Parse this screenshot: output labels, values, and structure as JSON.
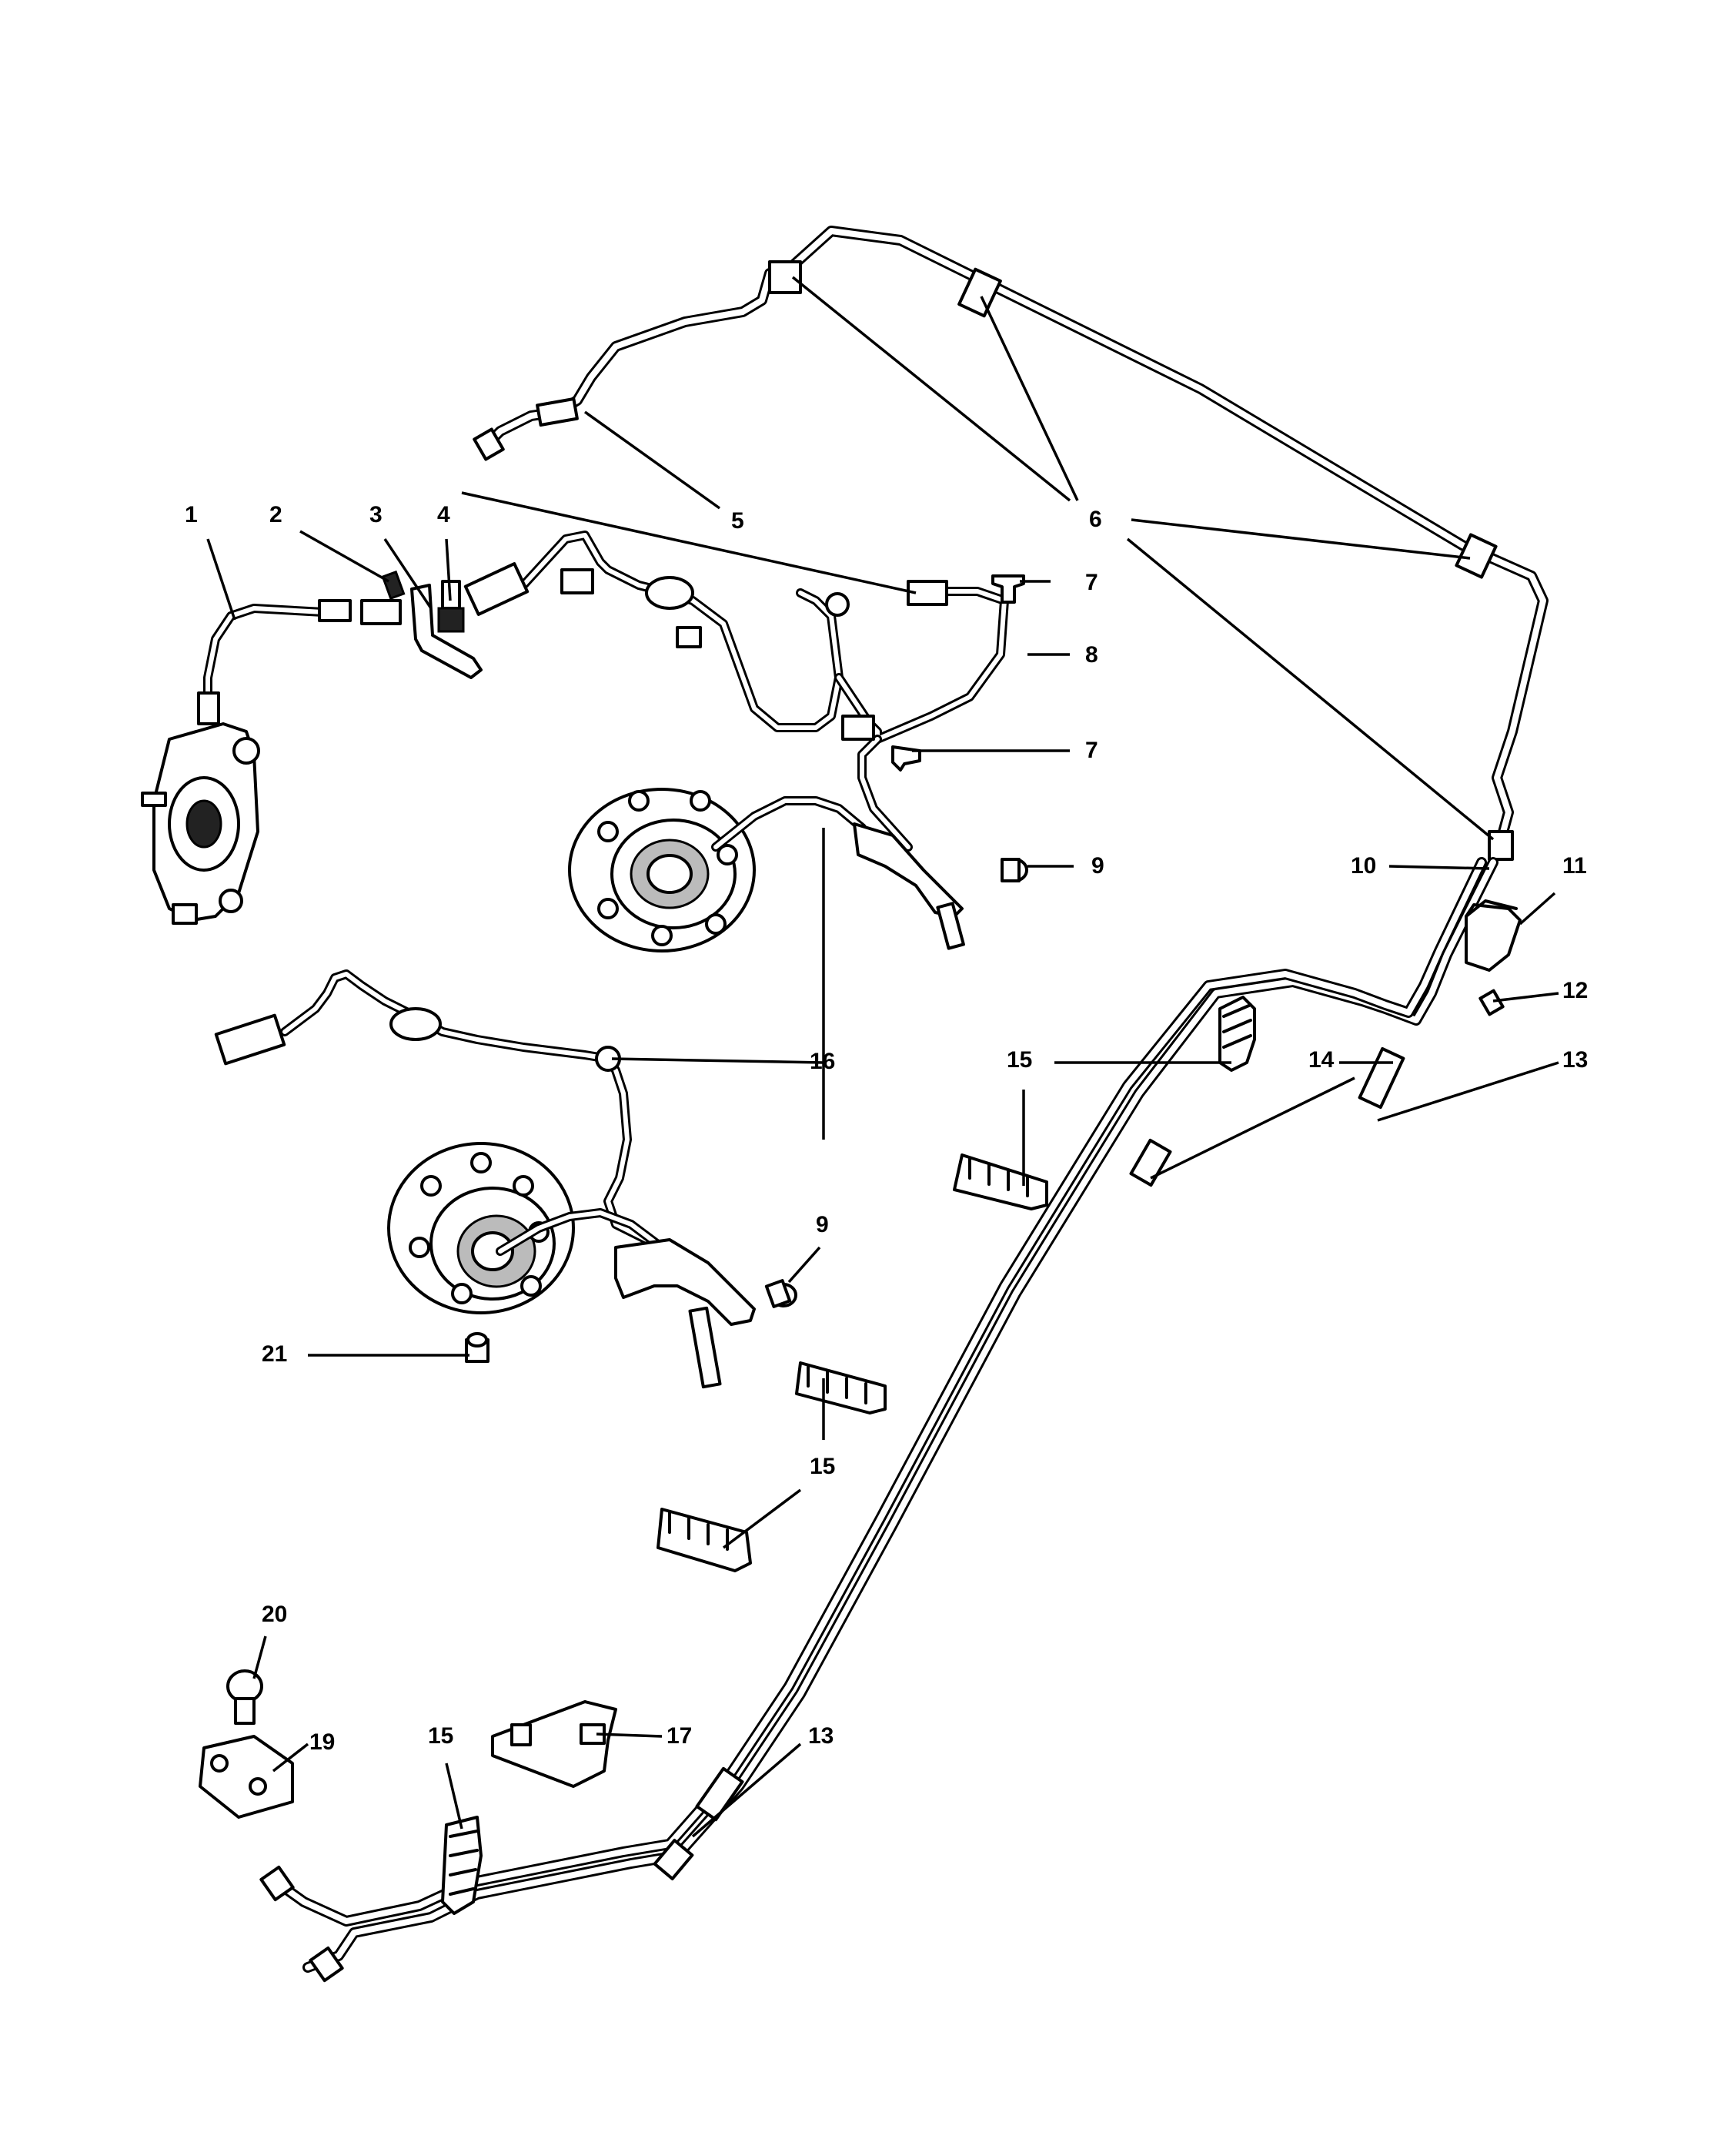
{
  "callouts": [
    {
      "id": "c1",
      "text": "1"
    },
    {
      "id": "c2",
      "text": "2"
    },
    {
      "id": "c3",
      "text": "3"
    },
    {
      "id": "c4",
      "text": "4"
    },
    {
      "id": "c5",
      "text": "5"
    },
    {
      "id": "c6",
      "text": "6"
    },
    {
      "id": "c7a",
      "text": "7"
    },
    {
      "id": "c8",
      "text": "8"
    },
    {
      "id": "c7b",
      "text": "7"
    },
    {
      "id": "c9a",
      "text": "9"
    },
    {
      "id": "c10",
      "text": "10"
    },
    {
      "id": "c11",
      "text": "11"
    },
    {
      "id": "c12",
      "text": "12"
    },
    {
      "id": "c15a",
      "text": "15"
    },
    {
      "id": "c14",
      "text": "14"
    },
    {
      "id": "c13a",
      "text": "13"
    },
    {
      "id": "c16",
      "text": "16"
    },
    {
      "id": "c9b",
      "text": "9"
    },
    {
      "id": "c21",
      "text": "21"
    },
    {
      "id": "c15b",
      "text": "15"
    },
    {
      "id": "c15c",
      "text": "15"
    },
    {
      "id": "c20",
      "text": "20"
    },
    {
      "id": "c19",
      "text": "19"
    },
    {
      "id": "c15d",
      "text": "15"
    },
    {
      "id": "c17",
      "text": "17"
    },
    {
      "id": "c13b",
      "text": "13"
    }
  ]
}
